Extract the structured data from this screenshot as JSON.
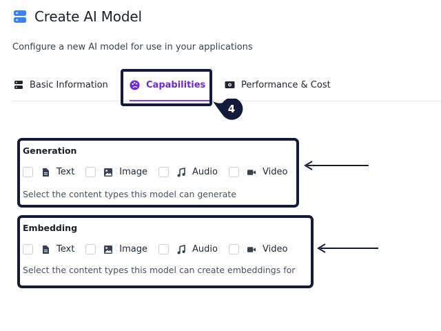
{
  "header": {
    "title": "Create AI Model",
    "icon": "server-icon",
    "accent": "#3b82f6"
  },
  "subtitle": "Configure a new AI model for use in your applications",
  "tabs": [
    {
      "label": "Basic Information",
      "icon": "server-icon",
      "active": false
    },
    {
      "label": "Capabilities",
      "icon": "palette-icon",
      "active": true
    },
    {
      "label": "Performance & Cost",
      "icon": "banknote-icon",
      "active": false
    }
  ],
  "callout": {
    "step": "4",
    "color": "#141a3a"
  },
  "sections": {
    "generation": {
      "label": "Generation",
      "options": [
        {
          "label": "Text",
          "icon": "file-text-icon",
          "checked": false
        },
        {
          "label": "Image",
          "icon": "image-icon",
          "checked": false
        },
        {
          "label": "Audio",
          "icon": "music-icon",
          "checked": false
        },
        {
          "label": "Video",
          "icon": "video-icon",
          "checked": false
        }
      ],
      "help": "Select the content types this model can generate"
    },
    "embedding": {
      "label": "Embedding",
      "options": [
        {
          "label": "Text",
          "icon": "file-text-icon",
          "checked": false
        },
        {
          "label": "Image",
          "icon": "image-icon",
          "checked": false
        },
        {
          "label": "Audio",
          "icon": "music-icon",
          "checked": false
        },
        {
          "label": "Video",
          "icon": "video-icon",
          "checked": false
        }
      ],
      "help": "Select the content types this model can create embeddings for"
    }
  },
  "colors": {
    "active_tab": "#6d28d9",
    "highlight": "#141a3a"
  }
}
